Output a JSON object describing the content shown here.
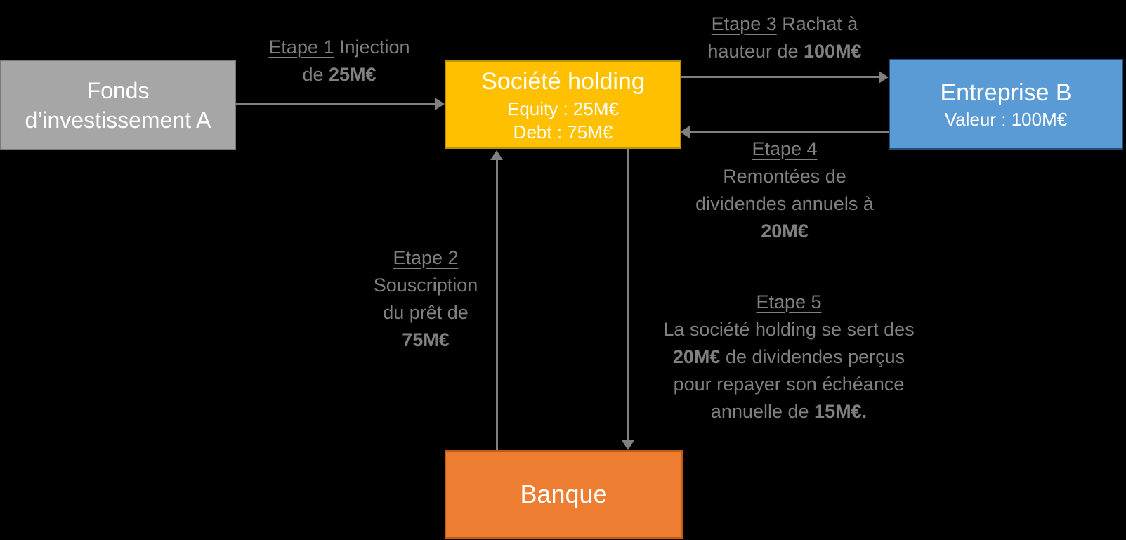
{
  "diagram": {
    "background": "#000000",
    "node_text_color": "#FFFFFF",
    "label_color": "#808080",
    "arrow_color": "#808080"
  },
  "nodes": {
    "fonds": {
      "line1": "Fonds",
      "line2": "d’investissement A",
      "fill": "#A6A6A6",
      "border": "#7A7A7A"
    },
    "holding": {
      "title": "Société holding",
      "equity": "Equity : 25M€",
      "debt": "Debt : 75M€",
      "fill": "#FFC000",
      "border": "#BF9000"
    },
    "entreprise": {
      "title": "Entreprise B",
      "valeur": "Valeur : 100M€",
      "fill": "#5B9BD5",
      "border": "#1F4E79"
    },
    "banque": {
      "title": "Banque",
      "fill": "#ED7D31",
      "border": "#C55A11"
    }
  },
  "steps": [
    {
      "id": "etape-1",
      "lines": [
        [
          {
            "t": "Etape 1",
            "u": true
          },
          {
            "t": " Injection"
          }
        ],
        [
          {
            "t": "de "
          },
          {
            "t": "25M€",
            "b": true
          }
        ]
      ]
    },
    {
      "id": "etape-2",
      "lines": [
        [
          {
            "t": "Etape 2",
            "u": true
          }
        ],
        [
          {
            "t": "Souscription"
          }
        ],
        [
          {
            "t": "du prêt de"
          }
        ],
        [
          {
            "t": "75M€",
            "b": true
          }
        ]
      ]
    },
    {
      "id": "etape-3",
      "lines": [
        [
          {
            "t": "Etape 3",
            "u": true
          },
          {
            "t": " Rachat à"
          }
        ],
        [
          {
            "t": "hauteur de "
          },
          {
            "t": "100M€",
            "b": true
          }
        ]
      ]
    },
    {
      "id": "etape-4",
      "lines": [
        [
          {
            "t": "Etape 4",
            "u": true
          }
        ],
        [
          {
            "t": "Remontées de"
          }
        ],
        [
          {
            "t": "dividendes annuels à"
          }
        ],
        [
          {
            "t": "20M€",
            "b": true
          }
        ]
      ]
    },
    {
      "id": "etape-5",
      "lines": [
        [
          {
            "t": "Etape 5",
            "u": true
          }
        ],
        [
          {
            "t": "La société holding se sert des"
          }
        ],
        [
          {
            "t": "20M€",
            "b": true
          },
          {
            "t": " de dividendes perçus"
          }
        ],
        [
          {
            "t": "pour repayer son échéance"
          }
        ],
        [
          {
            "t": "annuelle de "
          },
          {
            "t": "15M€.",
            "b": true
          }
        ]
      ]
    }
  ]
}
